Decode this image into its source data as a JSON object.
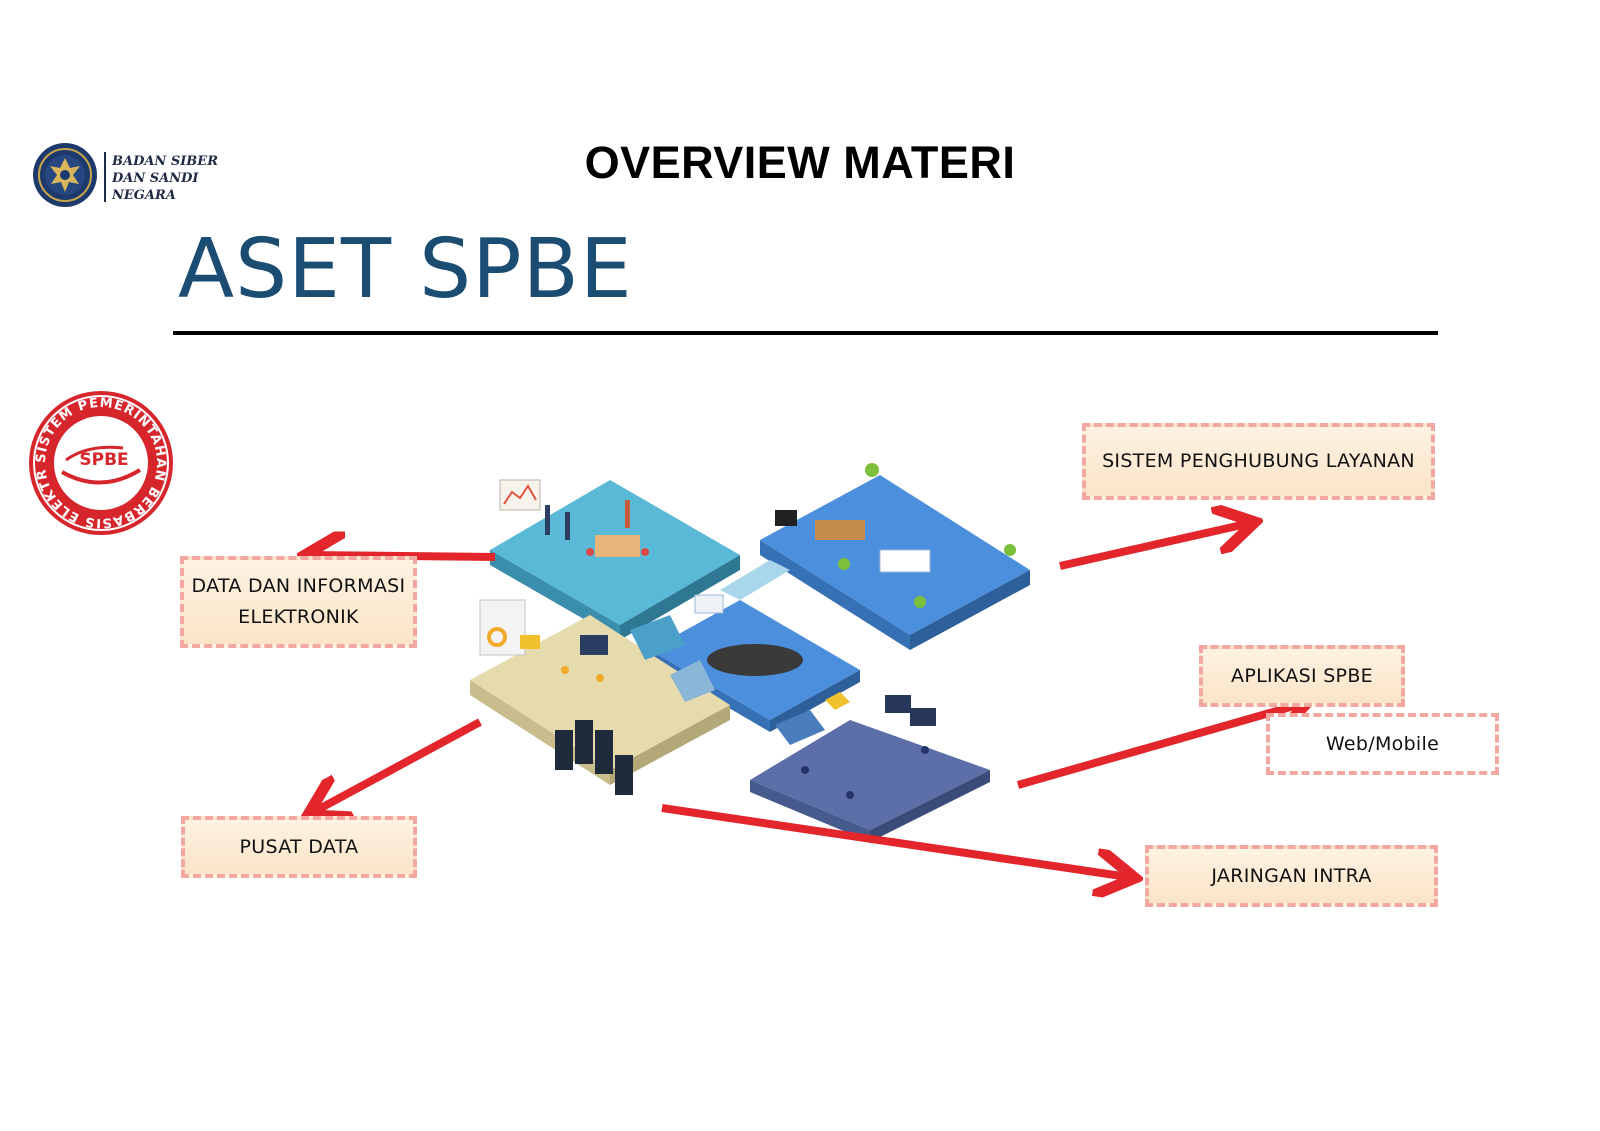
{
  "header": {
    "org_name": "BADAN SIBER\nDAN SANDI\nNEGARA",
    "title": "OVERVIEW MATERI"
  },
  "heading": "ASET SPBE",
  "seal": {
    "ring_text": "SISTEM PEMERINTAHAN BERBASIS ELEKTRONIK",
    "center_text": "SPBE"
  },
  "labels": {
    "data": "DATA DAN INFORMASI\nELEKTRONIK",
    "pusat": "PUSAT DATA",
    "sistem": "SISTEM PENGHUBUNG LAYANAN",
    "aplikasi": "APLIKASI SPBE",
    "web": "Web/Mobile",
    "jaringan": "JARINGAN INTRA"
  },
  "colors": {
    "arrow": "#e3262c",
    "heading": "#1b4c72",
    "box_border": "#f2a7a1",
    "box_fill": "#fbe4c8"
  },
  "icons": {
    "bssn_logo": "bssn-emblem-icon",
    "spbe_logo": "spbe-seal-icon",
    "illustration": "isometric-office-illustration"
  }
}
